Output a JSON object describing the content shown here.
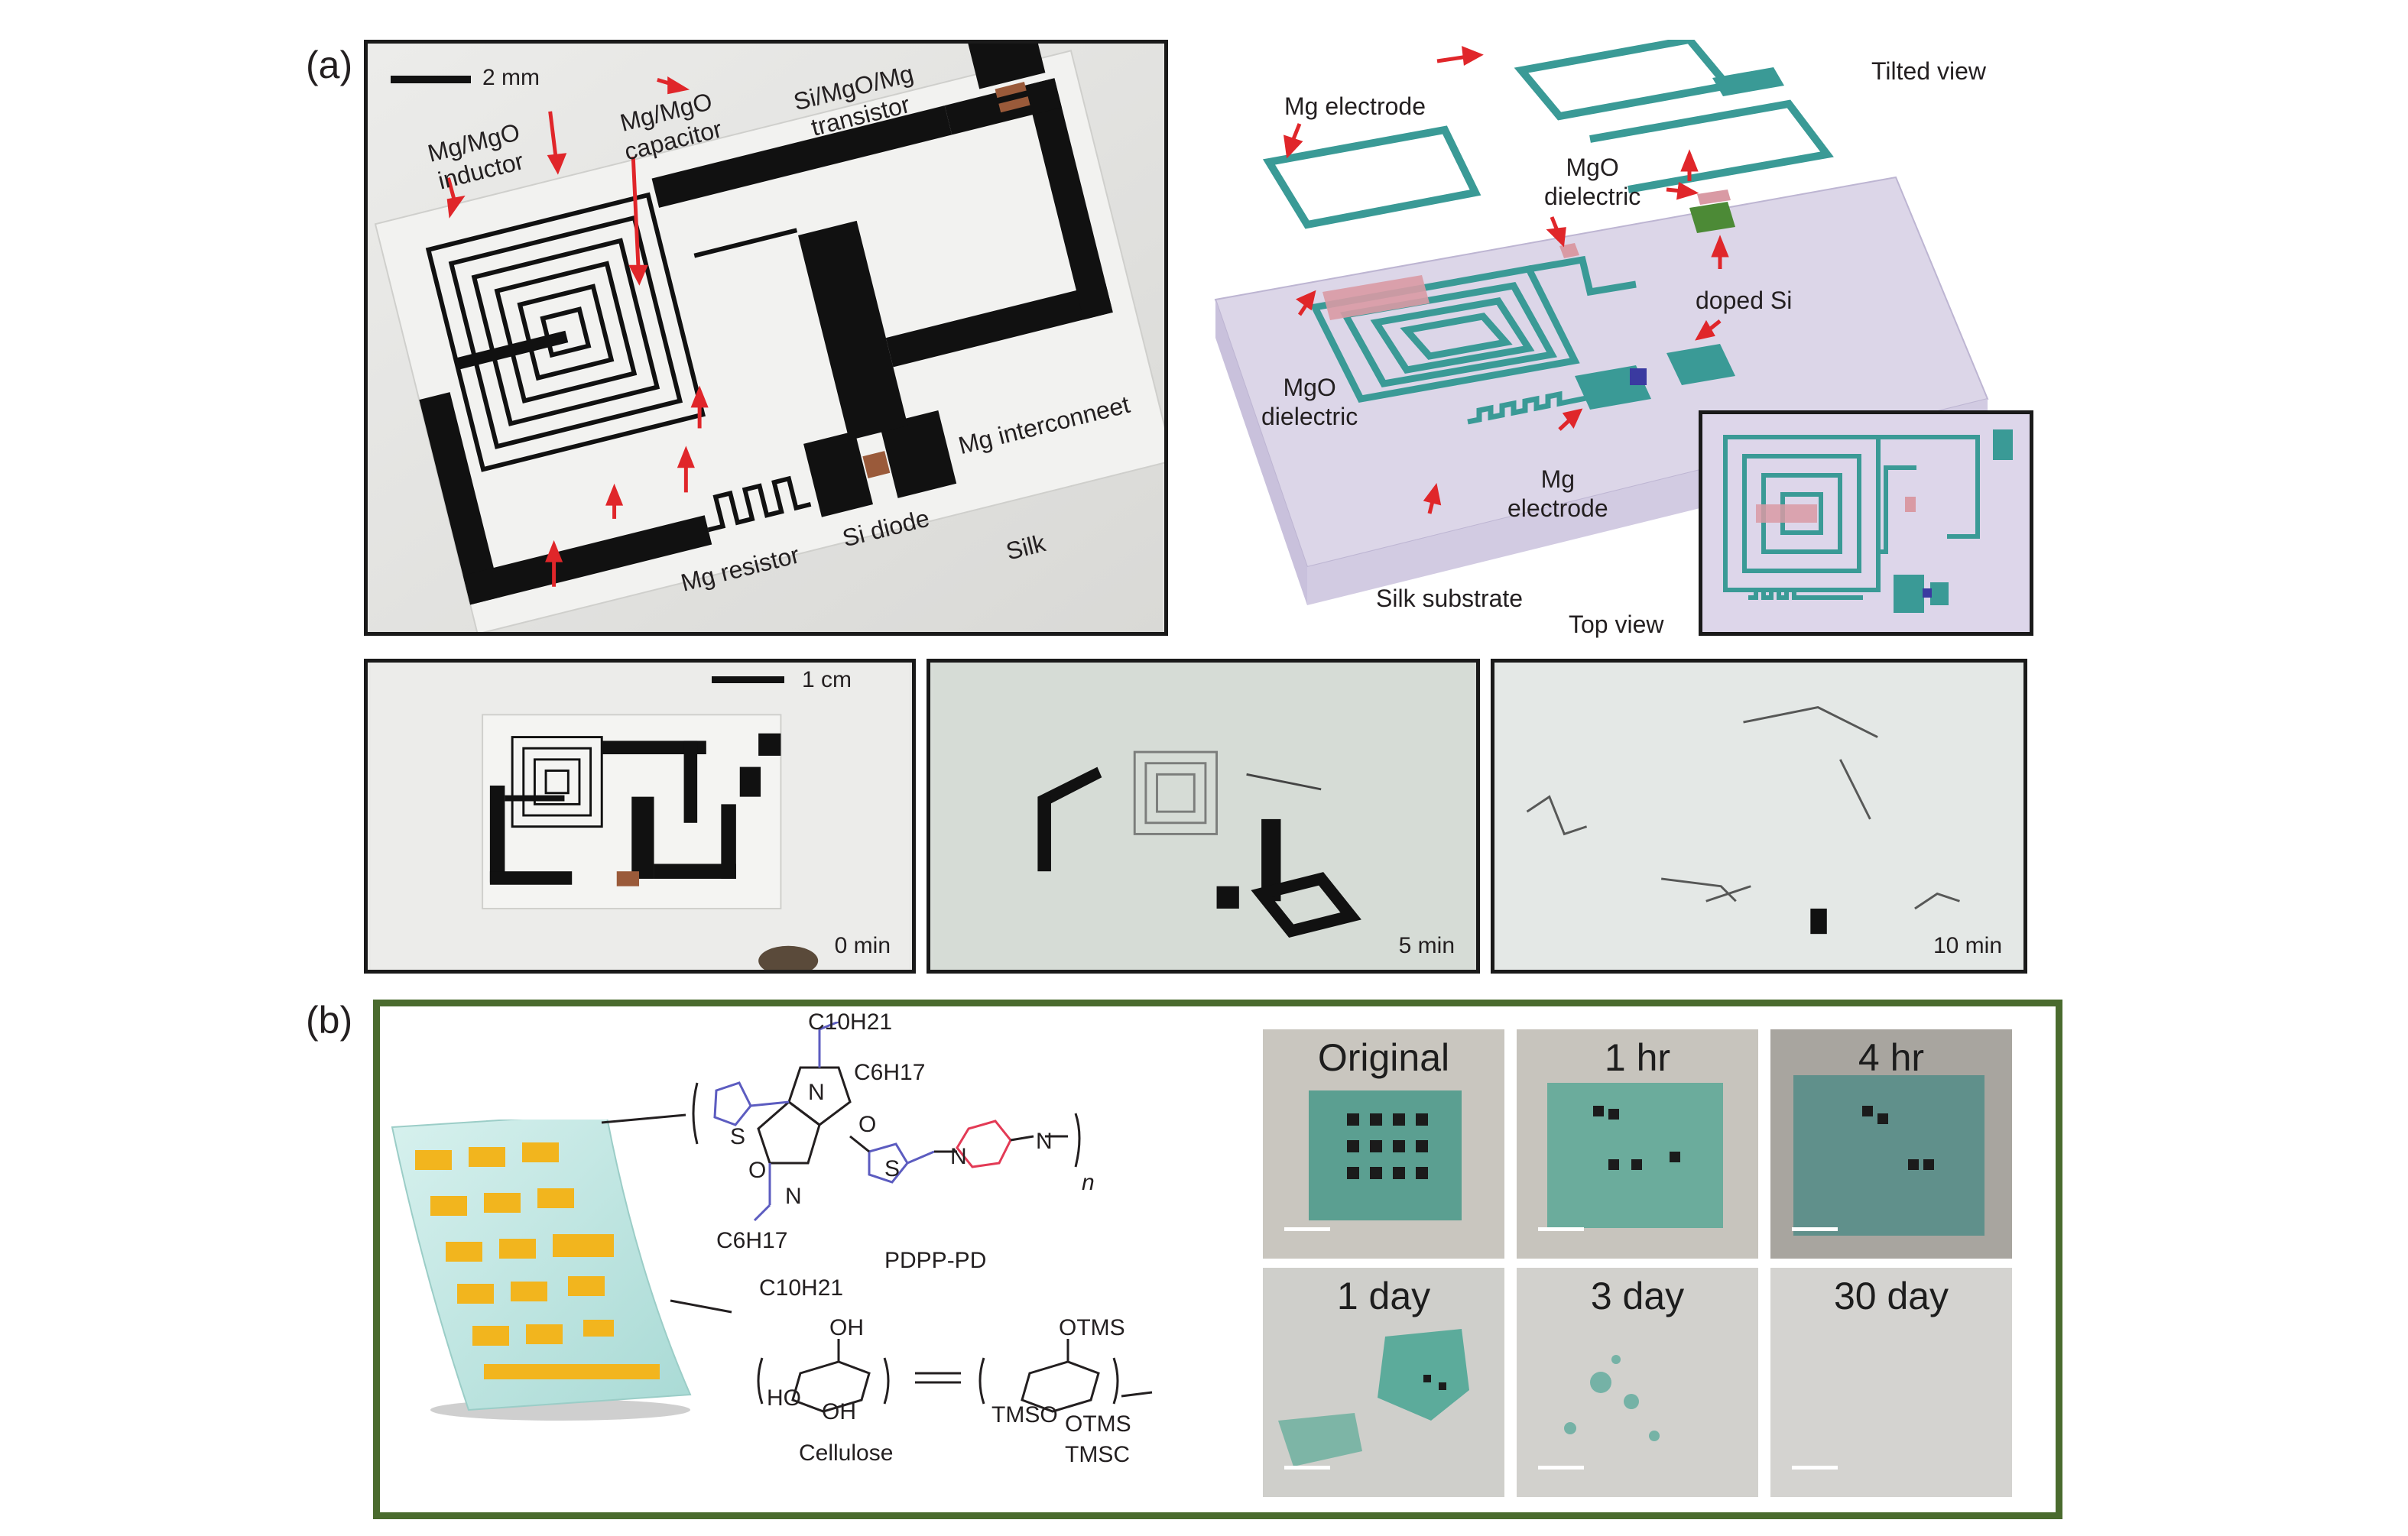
{
  "panel_a": {
    "letter": "(a)",
    "photo_main": {
      "scale_bar": "2 mm",
      "labels": {
        "inductor": "Mg/MgO\ninductor",
        "capacitor": "Mg/MgO\ncapacitor",
        "transistor": "Si/MgO/Mg\ntransistor",
        "interconnect": "Mg interconneet",
        "resistor": "Mg resistor",
        "diode": "Si diode",
        "silk": "Silk"
      }
    },
    "schematic": {
      "tilted_view": "Tilted view",
      "mg_electrode_top": "Mg electrode",
      "mgo_dielectric_top": "MgO\ndielectric",
      "doped_si": "doped Si",
      "mgo_dielectric_left": "MgO\ndielectric",
      "mg_electrode_bottom": "Mg\nelectrode",
      "silk_substrate": "Silk substrate",
      "top_view": "Top view"
    },
    "dissolution": {
      "scale_bar": "1 cm",
      "times": [
        "0 min",
        "5 min",
        "10 min"
      ]
    }
  },
  "panel_b": {
    "letter": "(b)",
    "chemistry": {
      "c10h21_top": "C10H21",
      "c6h17_top": "C6H17",
      "c6h17_bottom": "C6H17",
      "c10h21_bottom": "C10H21",
      "polymer_name": "PDPP-PD",
      "n_sub": "n",
      "cellulose": "Cellulose",
      "tmsc": "TMSC",
      "oh_top": "OH",
      "ho": "HO",
      "oh_bottom": "OH",
      "otms_top": "OTMS",
      "tmso": "TMSO",
      "otms_bottom": "OTMS",
      "atom_s": "S",
      "atom_n": "N",
      "atom_o": "O"
    },
    "tiles": [
      "Original",
      "1 hr",
      "4 hr",
      "1 day",
      "3 day",
      "30 day"
    ],
    "colors": {
      "frame": "#4a6b2e",
      "arrow": "#e0262a",
      "teal": "#3a9a96",
      "dielectric": "#d99aa4"
    }
  }
}
